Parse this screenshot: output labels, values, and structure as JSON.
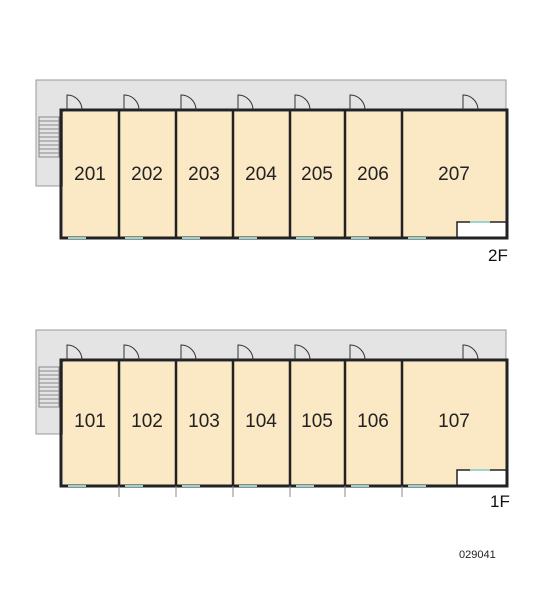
{
  "floors": [
    {
      "label": "2F",
      "rooms": [
        "201",
        "202",
        "203",
        "204",
        "205",
        "206",
        "207"
      ]
    },
    {
      "label": "1F",
      "rooms": [
        "101",
        "102",
        "103",
        "104",
        "105",
        "106",
        "107"
      ]
    }
  ],
  "code": "029041",
  "colors": {
    "room_fill": "#fbe8c4",
    "corridor_fill": "#e4e4e4",
    "wall": "#222222",
    "window": "#9ad4d0"
  }
}
